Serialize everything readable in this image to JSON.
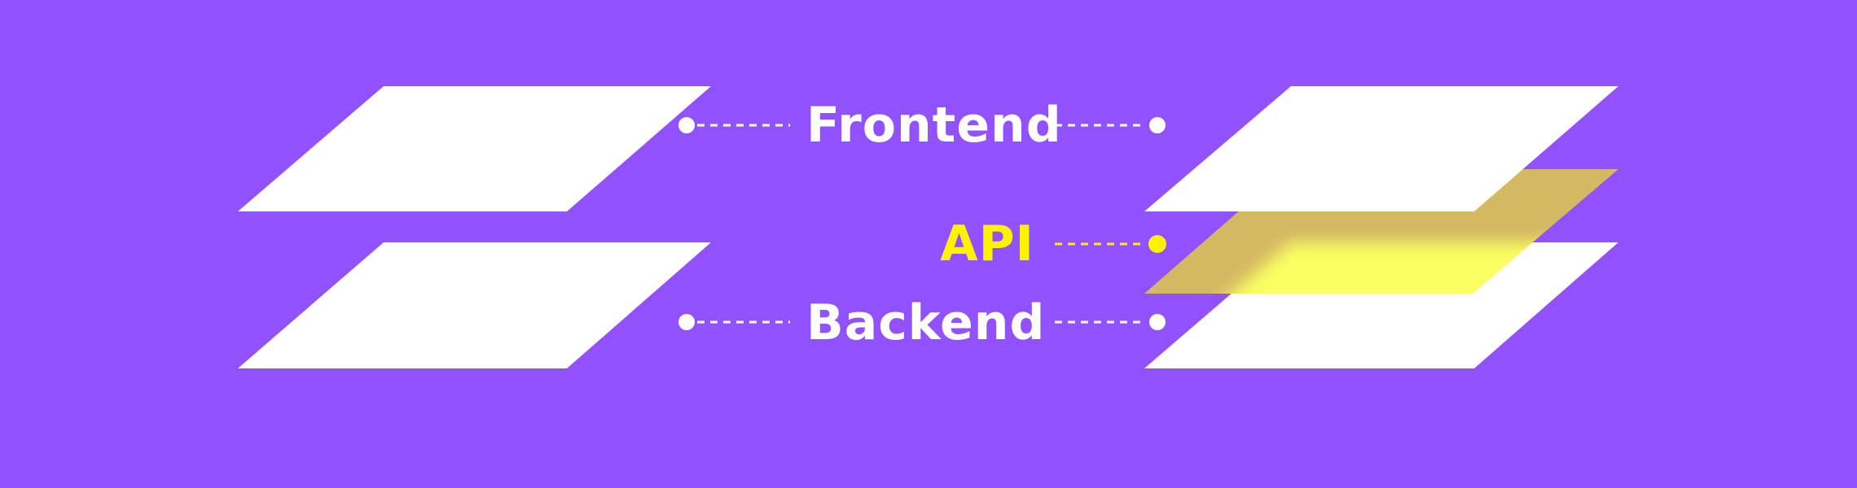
{
  "labels": {
    "frontend": "Frontend",
    "api": "API",
    "backend": "Backend"
  },
  "colors": {
    "background": "#9152fe",
    "layer": "#ffffff",
    "api_accent": "#fff200",
    "api_layer": "#d4b862",
    "api_layer_glow": "#fbff62"
  }
}
